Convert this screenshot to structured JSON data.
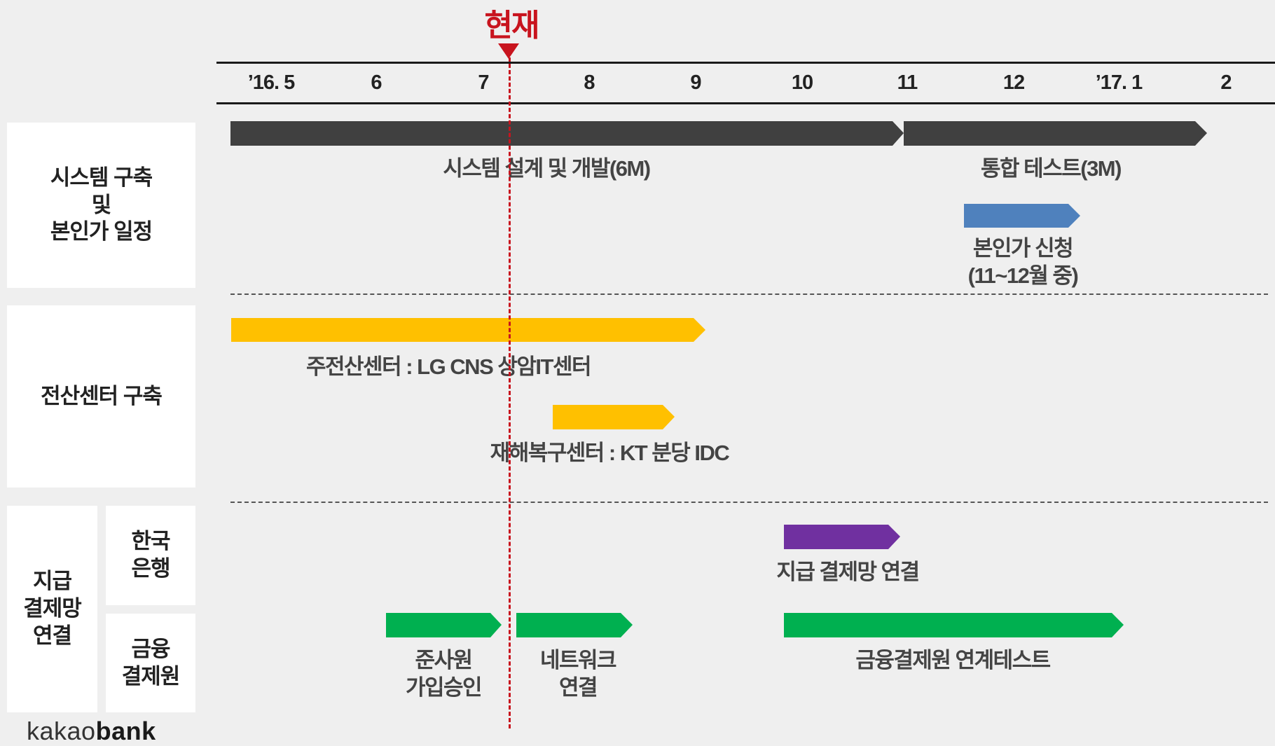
{
  "now": {
    "label": "현재",
    "color": "#c8141e"
  },
  "timeline": {
    "months": [
      "’16. 5",
      "6",
      "7",
      "8",
      "9",
      "10",
      "11",
      "12",
      "’17. 1",
      "2"
    ]
  },
  "sections": [
    {
      "label": "시스템 구축\n및\n본인가 일정"
    },
    {
      "label": "전산센터 구축"
    },
    {
      "label": "지급\n결제망\n연결"
    }
  ],
  "subsections": [
    {
      "label": "한국\n은행"
    },
    {
      "label": "금융\n결제원"
    }
  ],
  "bars": [
    {
      "label": "시스템 설계 및 개발(6M)",
      "color": "#404040"
    },
    {
      "label": "통합 테스트(3M)",
      "color": "#404040"
    },
    {
      "label": "본인가 신청\n(11~12월 중)",
      "color": "#4f81bd"
    },
    {
      "label": "주전산센터 : LG CNS 상암IT센터",
      "color": "#ffc000"
    },
    {
      "label": "재해복구센터 : KT 분당 IDC",
      "color": "#ffc000"
    },
    {
      "label": "지급 결제망 연결",
      "color": "#7030a0"
    },
    {
      "label": "준사원\n가입승인",
      "color": "#00b050"
    },
    {
      "label": "네트워크\n연결",
      "color": "#00b050"
    },
    {
      "label": "금융결제원 연계테스트",
      "color": "#00b050"
    }
  ],
  "logo": {
    "light": "kakao",
    "bold": "bank"
  }
}
